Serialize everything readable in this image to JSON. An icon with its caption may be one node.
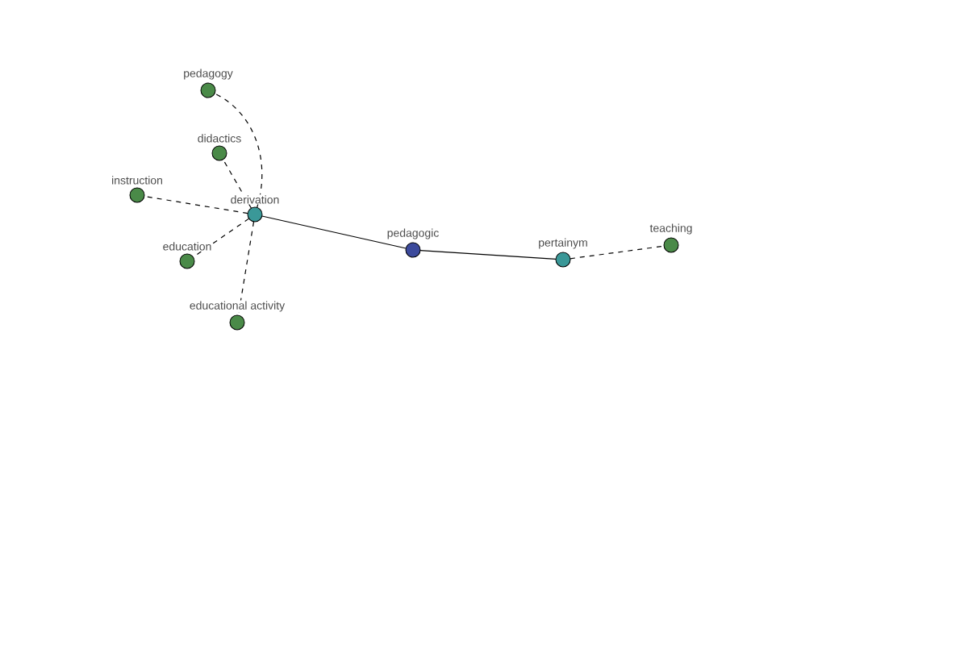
{
  "diagram": {
    "nodes": [
      {
        "text": [
          "pedagogy"
        ]
      },
      {
        "text": [
          "didactics"
        ]
      },
      {
        "text": [
          "instruction"
        ]
      },
      {
        "text": [
          "derivation"
        ]
      },
      {
        "text": [
          "education"
        ]
      },
      {
        "text": [
          "educational activity"
        ]
      },
      {
        "text": [
          "pedagogic"
        ]
      },
      {
        "text": [
          "pertainym"
        ]
      },
      {
        "text": [
          "teaching"
        ]
      }
    ],
    "edges": [
      {
        "from": 3,
        "to": 0,
        "arrow": "none",
        "style": "dashed"
      },
      {
        "from": 3,
        "to": 1,
        "arrow": "none",
        "style": "dashed"
      },
      {
        "from": 3,
        "to": 2,
        "arrow": "none",
        "style": "dashed"
      },
      {
        "from": 3,
        "to": 4,
        "arrow": "none",
        "style": "dashed"
      },
      {
        "from": 3,
        "to": 5,
        "arrow": "none",
        "style": "dashed"
      },
      {
        "from": 6,
        "to": 3,
        "arrow": "none"
      },
      {
        "from": 6,
        "to": 7,
        "arrow": "none"
      },
      {
        "from": 7,
        "to": 8,
        "arrow": "none",
        "style": "dashed"
      }
    ]
  }
}
